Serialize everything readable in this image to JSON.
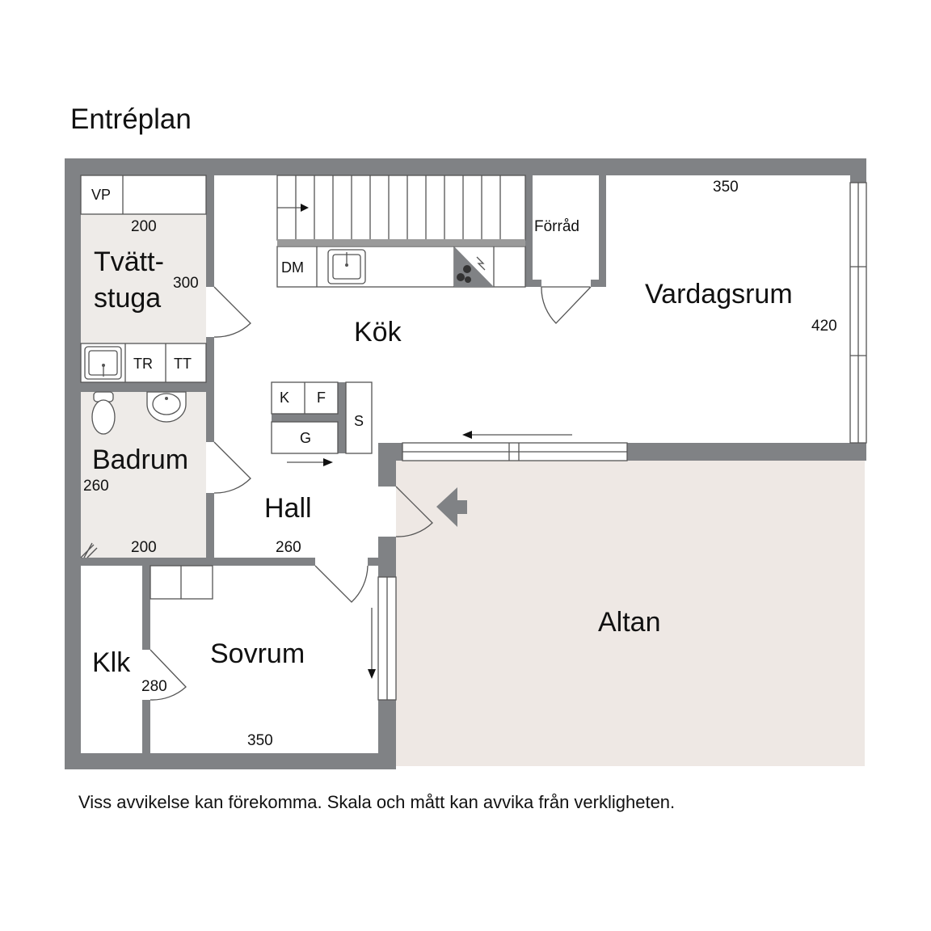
{
  "title": "Entréplan",
  "footnote": "Viss avvikelse kan förekomma. Skala och mått kan avvika från verkligheten.",
  "colors": {
    "wall": "#808285",
    "floor_wet": "#eeebe8",
    "terrace": "#eee8e4",
    "line": "#555555",
    "text": "#111111"
  },
  "rooms": {
    "tvattstuga_1": "Tvätt-",
    "tvattstuga_2": "stuga",
    "badrum": "Badrum",
    "kok": "Kök",
    "hall": "Hall",
    "vardagsrum": "Vardagsrum",
    "forrad": "Förråd",
    "klk": "Klk",
    "sovrum": "Sovrum",
    "altan": "Altan"
  },
  "dimensions": {
    "tvatt_width": "200",
    "tvatt_depth": "300",
    "bad_depth": "260",
    "bad_width": "200",
    "hall_width": "260",
    "vardag_width": "350",
    "vardag_depth": "420",
    "klk_depth": "280",
    "sovrum_width": "350"
  },
  "fixtures": {
    "vp": "VP",
    "dm": "DM",
    "tr": "TR",
    "tt": "TT",
    "k": "K",
    "f": "F",
    "g": "G",
    "s": "S"
  }
}
